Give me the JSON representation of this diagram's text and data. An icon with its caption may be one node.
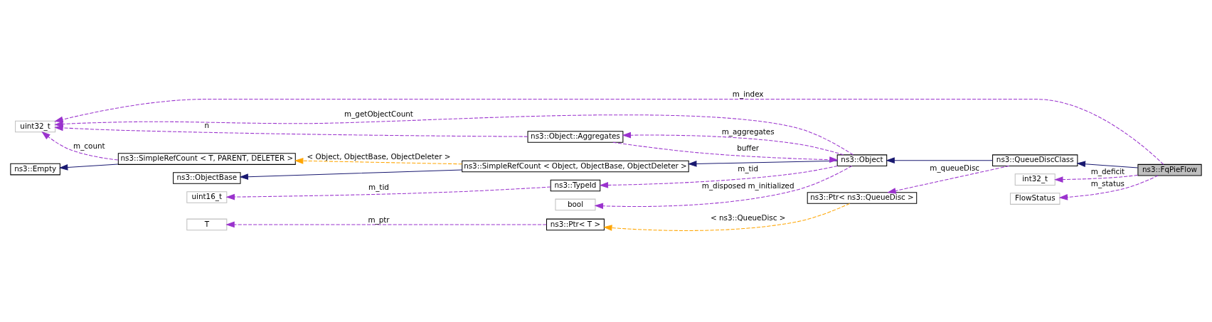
{
  "diagram": {
    "nodes": [
      {
        "text": [
          "ns3::FqPieFlow"
        ]
      },
      {
        "text": [
          "ns3::QueueDiscClass"
        ]
      },
      {
        "text": [
          "int32_t"
        ]
      },
      {
        "text": [
          "FlowStatus"
        ]
      },
      {
        "text": [
          "uint32_t"
        ]
      },
      {
        "text": [
          "ns3::Object"
        ]
      },
      {
        "text": [
          "ns3::Ptr< ns3::QueueDisc >"
        ]
      },
      {
        "text": [
          "ns3::SimpleRefCount < Object, ObjectBase, ObjectDeleter >"
        ]
      },
      {
        "text": [
          "ns3::TypeId"
        ]
      },
      {
        "text": [
          "bool"
        ]
      },
      {
        "text": [
          "ns3::Object::Aggregates"
        ]
      },
      {
        "text": [
          "ns3::ObjectBase"
        ]
      },
      {
        "text": [
          "ns3::SimpleRefCount < T, PARENT, DELETER >"
        ]
      },
      {
        "text": [
          "uint16_t"
        ]
      },
      {
        "text": [
          "ns3::Empty"
        ]
      },
      {
        "text": [
          "ns3::Ptr< T >"
        ]
      },
      {
        "text": [
          "T"
        ]
      }
    ],
    "edges": [
      {
        "from": 0,
        "to": 1,
        "arrow": "to",
        "color": "#191970"
      },
      {
        "from": 0,
        "to": 2,
        "arrow": "to",
        "label": "m_deficit",
        "style": "dashed"
      },
      {
        "from": 0,
        "to": 3,
        "arrow": "to",
        "label": "m_status",
        "style": "dashed"
      },
      {
        "from": 0,
        "to": 4,
        "arrow": "to",
        "label": "m_index",
        "style": "dashed"
      },
      {
        "from": 1,
        "to": 5,
        "arrow": "to",
        "color": "#191970"
      },
      {
        "from": 1,
        "to": 6,
        "arrow": "to",
        "label": "m_queueDisc",
        "style": "dashed"
      },
      {
        "from": 6,
        "to": 15,
        "arrow": "to",
        "label": "< ns3::QueueDisc >",
        "style": "dashed",
        "color": "#ffa500"
      },
      {
        "from": 15,
        "to": 16,
        "arrow": "to",
        "label": "m_ptr",
        "style": "dashed"
      },
      {
        "from": 5,
        "to": 7,
        "arrow": "to",
        "color": "#191970"
      },
      {
        "from": 5,
        "to": 8,
        "arrow": "to",
        "label": "m_tid",
        "style": "dashed"
      },
      {
        "from": 5,
        "to": 9,
        "arrow": "to",
        "label": "m_disposed m_initialized",
        "style": "dashed"
      },
      {
        "from": 5,
        "to": 4,
        "arrow": "to",
        "label": "m_getObjectCount",
        "style": "dashed"
      },
      {
        "from": 5,
        "to": 10,
        "arrow": "to",
        "label": "m_aggregates",
        "style": "dashed"
      },
      {
        "from": 10,
        "to": 5,
        "arrow": "to",
        "label": "buffer",
        "style": "dashed"
      },
      {
        "from": 10,
        "to": 4,
        "arrow": "to",
        "label": "n",
        "style": "dashed"
      },
      {
        "from": 8,
        "to": 13,
        "arrow": "to",
        "label": "m_tid",
        "style": "dashed"
      },
      {
        "from": 7,
        "to": 11,
        "arrow": "to",
        "color": "#191970"
      },
      {
        "from": 7,
        "to": 12,
        "arrow": "to",
        "label": "< Object, ObjectBase, ObjectDeleter >",
        "style": "dashed",
        "color": "#ffa500"
      },
      {
        "from": 12,
        "to": 4,
        "arrow": "to",
        "label": "m_count",
        "style": "dashed"
      },
      {
        "from": 12,
        "to": 14,
        "arrow": "to",
        "color": "#191970"
      }
    ]
  }
}
